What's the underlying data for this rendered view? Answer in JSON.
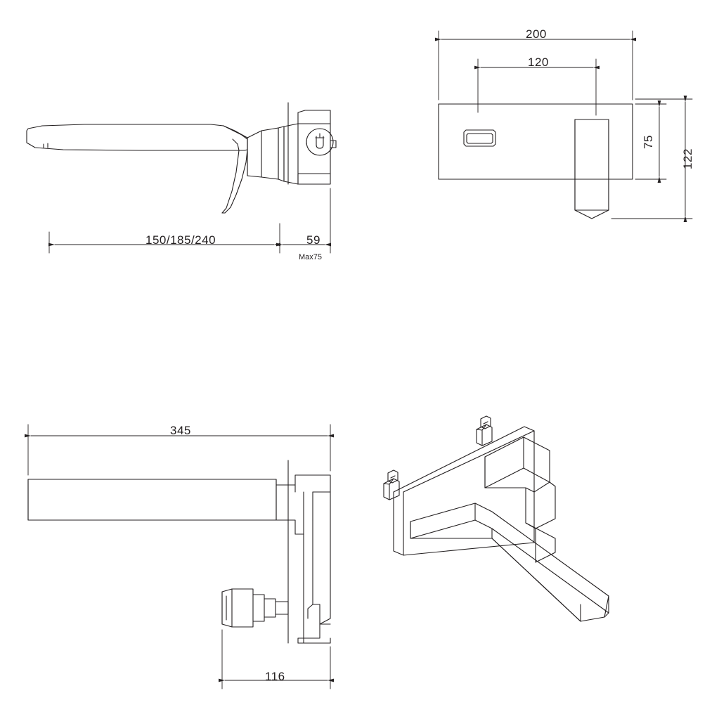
{
  "drawing": {
    "title": "Wall-mounted basin mixer technical drawing",
    "line_color": "#231f20",
    "background_color": "#ffffff",
    "views": [
      {
        "name": "side-elevation-top-left",
        "label": ""
      },
      {
        "name": "front-elevation-top-right",
        "label": ""
      },
      {
        "name": "side-elevation-bottom-left",
        "label": ""
      },
      {
        "name": "isometric-view-bottom-right",
        "label": ""
      }
    ]
  },
  "dimensions": {
    "spout_projection": "150/185/240",
    "wall_offset": "59",
    "wall_offset_note": "Max75",
    "plate_width": "200",
    "lever_offset": "120",
    "plate_height": "75",
    "plate_height_total": "122",
    "overall_length": "345",
    "body_depth": "116"
  }
}
